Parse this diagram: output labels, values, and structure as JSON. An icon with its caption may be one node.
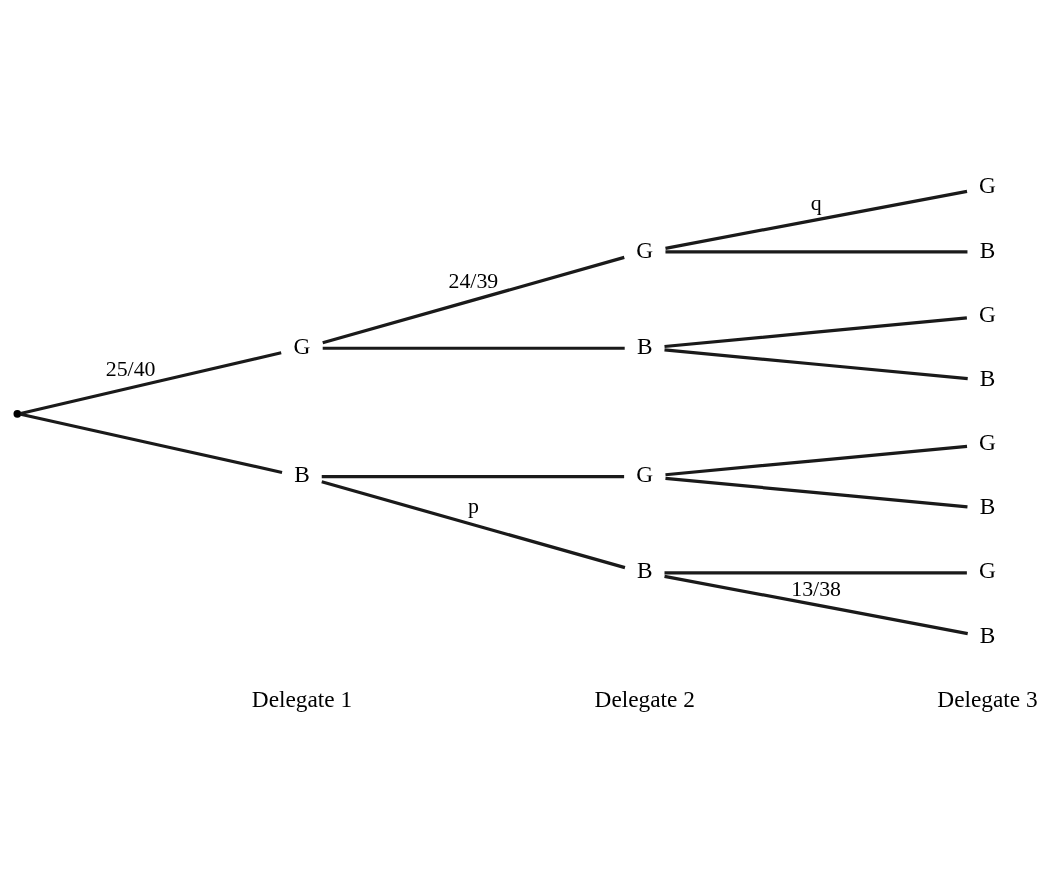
{
  "diagram": {
    "nodes": [
      {
        "text": [],
        "shape": "point"
      },
      {
        "text": [
          "G"
        ]
      },
      {
        "text": [
          "B"
        ]
      },
      {
        "text": [
          "G"
        ]
      },
      {
        "text": [
          "B"
        ]
      },
      {
        "text": [
          "G"
        ]
      },
      {
        "text": [
          "B"
        ]
      },
      {
        "text": [
          "G"
        ]
      },
      {
        "text": [
          "B"
        ]
      },
      {
        "text": [
          "G"
        ]
      },
      {
        "text": [
          "B"
        ]
      },
      {
        "text": [
          "G"
        ]
      },
      {
        "text": [
          "B"
        ]
      },
      {
        "text": [
          "G"
        ]
      },
      {
        "text": [
          "B"
        ]
      }
    ],
    "edges": [
      {
        "from": 0,
        "to": 1,
        "arrow": "none",
        "label": "25/40"
      },
      {
        "from": 0,
        "to": 2,
        "arrow": "none"
      },
      {
        "from": 1,
        "to": 3,
        "arrow": "none",
        "label": "24/39"
      },
      {
        "from": 1,
        "to": 4,
        "arrow": "none"
      },
      {
        "from": 2,
        "to": 5,
        "arrow": "none"
      },
      {
        "from": 2,
        "to": 6,
        "arrow": "none",
        "label": "p"
      },
      {
        "from": 3,
        "to": 7,
        "arrow": "none",
        "label": "q"
      },
      {
        "from": 3,
        "to": 8,
        "arrow": "none"
      },
      {
        "from": 4,
        "to": 9,
        "arrow": "none"
      },
      {
        "from": 4,
        "to": 10,
        "arrow": "none"
      },
      {
        "from": 5,
        "to": 11,
        "arrow": "none"
      },
      {
        "from": 5,
        "to": 12,
        "arrow": "none"
      },
      {
        "from": 6,
        "to": 13,
        "arrow": "none"
      },
      {
        "from": 6,
        "to": 14,
        "arrow": "none",
        "label": "13/38"
      }
    ],
    "labels": [
      "Delegate 1",
      "Delegate 2",
      "Delegate 3"
    ]
  }
}
